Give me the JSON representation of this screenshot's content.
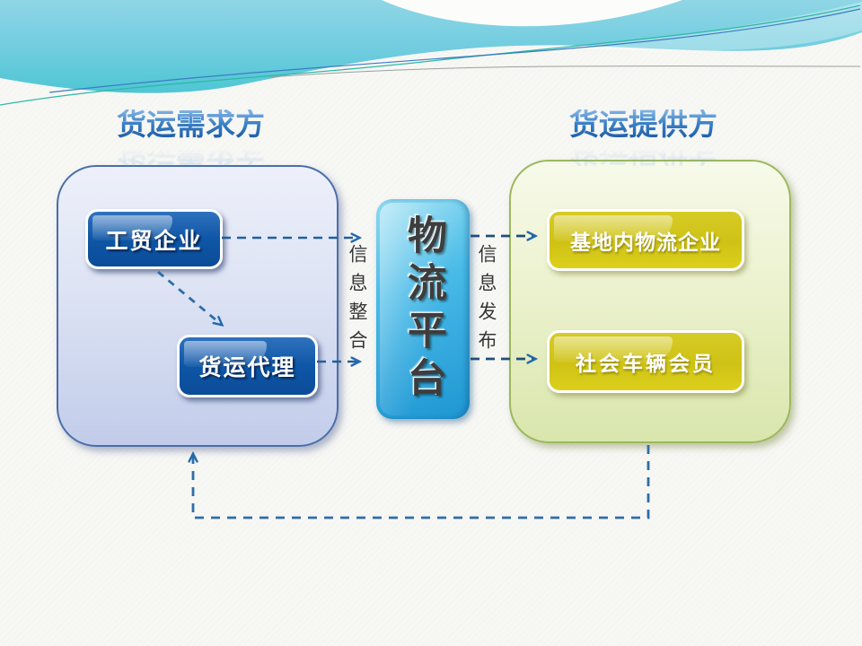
{
  "headings": {
    "left": "货运需求方",
    "right": "货运提供方"
  },
  "demand_group": {
    "nodes": [
      {
        "label": "工贸企业"
      },
      {
        "label": "货运代理"
      }
    ]
  },
  "platform": {
    "label": "物流平台"
  },
  "provider_group": {
    "nodes": [
      {
        "label": "基地内物流企业"
      },
      {
        "label": "社会车辆会员"
      }
    ]
  },
  "flow_labels": {
    "integration": "信息整合",
    "publish": "信息发布"
  },
  "edges": [
    {
      "from": "工贸企业",
      "to": "物流平台",
      "style": "dashed-arrow"
    },
    {
      "from": "工贸企业",
      "to": "货运代理",
      "style": "dashed-arrow"
    },
    {
      "from": "货运代理",
      "to": "物流平台",
      "style": "dashed-arrow"
    },
    {
      "from": "物流平台",
      "to": "基地内物流企业",
      "style": "dashed-arrow"
    },
    {
      "from": "物流平台",
      "to": "社会车辆会员",
      "style": "dashed-arrow"
    },
    {
      "from": "货运提供方",
      "to": "货运需求方",
      "style": "dashed-feedback-loop"
    }
  ],
  "colors": {
    "banner_cyan": "#5FC9DC",
    "heading_blue": "#2E75B6",
    "demand_container_fill": "#D7DEF3",
    "demand_container_border": "#4A6EA9",
    "provider_container_fill": "#E9F1C9",
    "provider_container_border": "#9CB85C",
    "node_blue": "#0E56A6",
    "node_yellow": "#CFC215",
    "platform_blue": "#2FA8DC",
    "connector_navy": "#245E9C"
  }
}
